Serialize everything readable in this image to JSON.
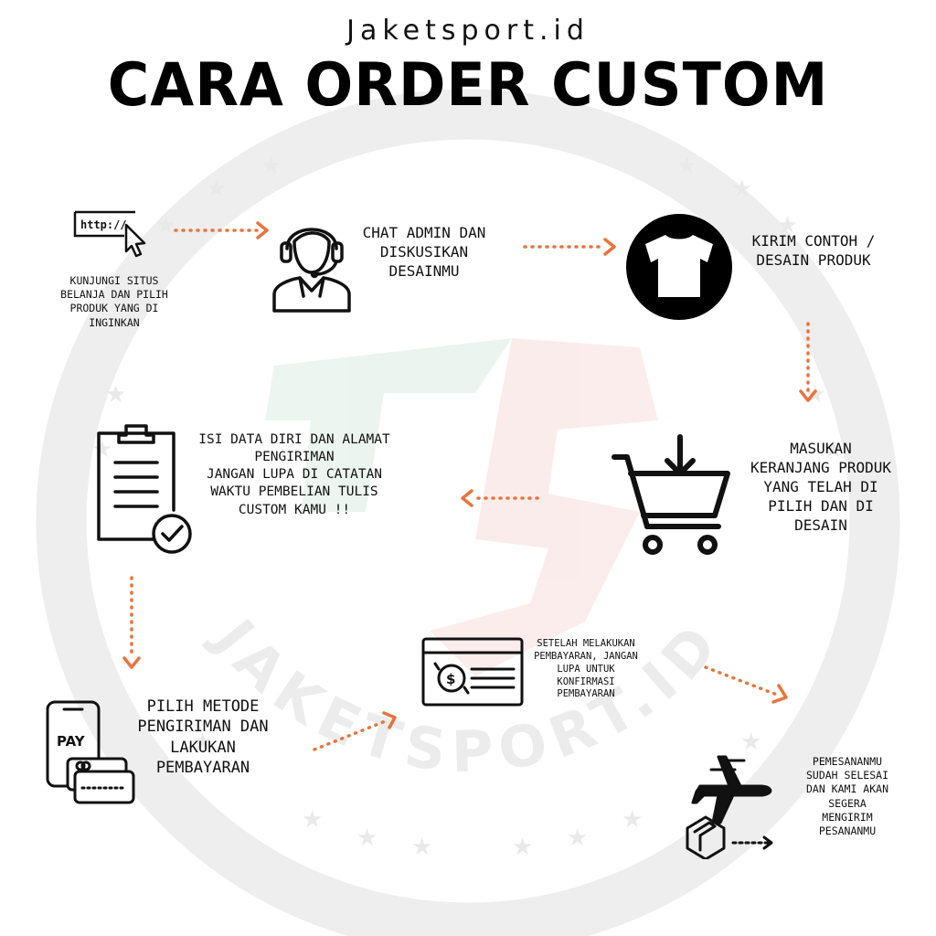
{
  "header": {
    "brand": "Jaketsport.id",
    "title": "CARA ORDER CUSTOM"
  },
  "watermark": {
    "arc_text": "JAKETSPORT.ID"
  },
  "colors": {
    "arrow": "#E8743B",
    "watermark_green": "#2E8B57",
    "watermark_red": "#D9383A"
  },
  "steps": [
    {
      "icon": "browser-cursor-icon",
      "label_lines": [
        "KUNJUNGI SITUS",
        "BELANJA DAN PILIH",
        "PRODUK YANG DI",
        "INGINKAN"
      ],
      "url_text": "http://"
    },
    {
      "icon": "customer-service-agent-icon",
      "label_lines": [
        "CHAT ADMIN DAN",
        "DISKUSIKAN",
        "DESAINMU"
      ]
    },
    {
      "icon": "tshirt-icon",
      "label_lines": [
        "KIRIM CONTOH /",
        "DESAIN PRODUK"
      ]
    },
    {
      "icon": "shopping-cart-icon",
      "label_lines": [
        "MASUKAN",
        "KERANJANG PRODUK",
        "YANG TELAH DI",
        "PILIH DAN DI",
        "DESAIN"
      ]
    },
    {
      "icon": "clipboard-check-icon",
      "label_lines": [
        "ISI DATA DIRI DAN ALAMAT",
        "PENGIRIMAN",
        "JANGAN LUPA DI CATATAN",
        "WAKTU PEMBELIAN TULIS",
        "CUSTOM KAMU !!"
      ]
    },
    {
      "icon": "mobile-pay-icon",
      "label_lines": [
        "PILIH METODE",
        "PENGIRIMAN DAN",
        "LAKUKAN",
        "PEMBAYARAN"
      ],
      "pay_text": "PAY"
    },
    {
      "icon": "payment-confirmation-icon",
      "label_lines": [
        "SETELAH MELAKUKAN",
        "PEMBAYARAN, JANGAN",
        "LUPA UNTUK",
        "KONFIRMASI",
        "PEMBAYARAN"
      ]
    },
    {
      "icon": "airplane-package-icon",
      "label_lines": [
        "PEMESANANMU",
        "SUDAH SELESAI",
        "DAN KAMI AKAN",
        "SEGERA",
        "MENGIRIM",
        "PESANANMU"
      ]
    }
  ]
}
